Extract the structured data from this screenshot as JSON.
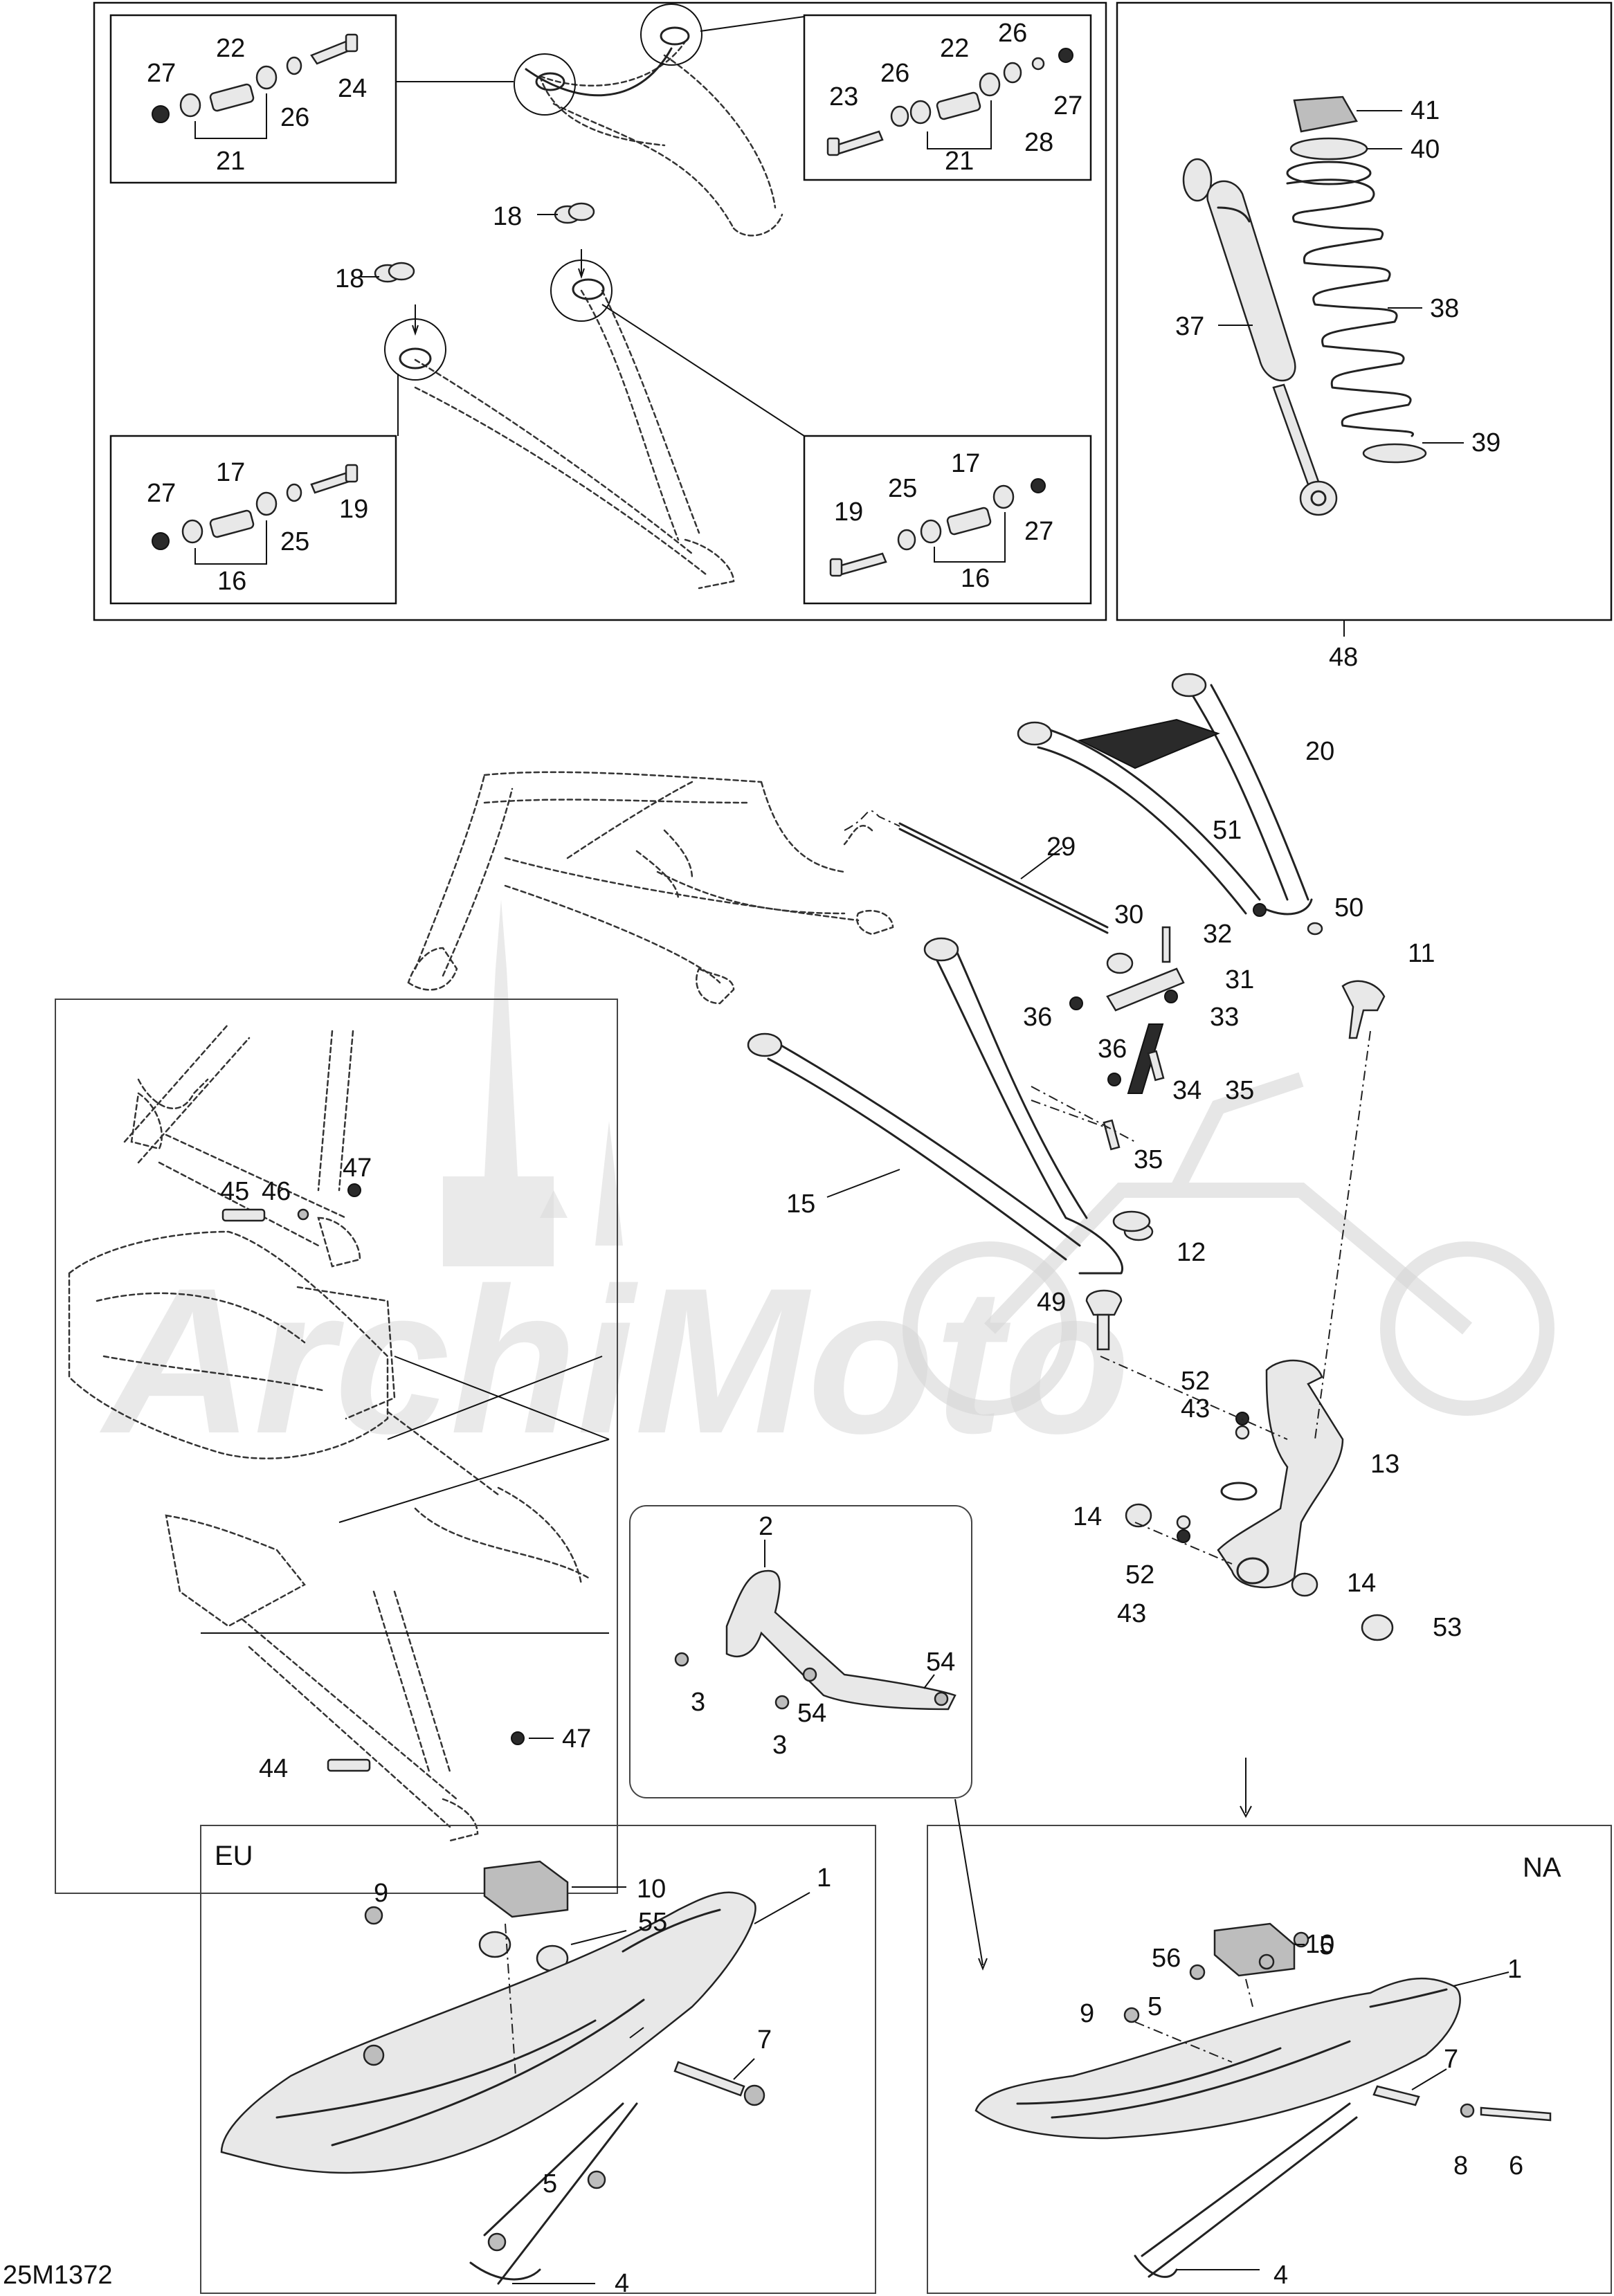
{
  "diagram_code": "25M1372",
  "watermark": "ArchiMoto",
  "region_labels": {
    "eu": "EU",
    "na": "NA"
  },
  "callouts": {
    "c1_eu": "1",
    "c1_na": "1",
    "c2": "2",
    "c3a": "3",
    "c3b": "3",
    "c4_eu": "4",
    "c4_na": "4",
    "c5_eu": "5",
    "c5_na_a": "5",
    "c5_na_b": "5",
    "c6": "6",
    "c7_eu": "7",
    "c7_na": "7",
    "c8": "8",
    "c9_eu": "9",
    "c9_na": "9",
    "c10_eu": "10",
    "c10_na": "10",
    "c11": "11",
    "c12": "12",
    "c13": "13",
    "c14a": "14",
    "c14b": "14",
    "c15": "15",
    "c16_l": "16",
    "c16_r": "16",
    "c17_l": "17",
    "c17_r": "17",
    "c18a": "18",
    "c18b": "18",
    "c19_l": "19",
    "c19_r": "19",
    "c20": "20",
    "c21_l": "21",
    "c21_r": "21",
    "c22_l": "22",
    "c22_r": "22",
    "c23": "23",
    "c24": "24",
    "c25_l": "25",
    "c25_r": "25",
    "c26_l": "26",
    "c26_r1": "26",
    "c26_r2": "26",
    "c27_tl": "27",
    "c27_tr": "27",
    "c27_bl": "27",
    "c27_br": "27",
    "c28": "28",
    "c29": "29",
    "c30": "30",
    "c31": "31",
    "c32": "32",
    "c33": "33",
    "c34": "34",
    "c35a": "35",
    "c35b": "35",
    "c36a": "36",
    "c36b": "36",
    "c37": "37",
    "c38": "38",
    "c39": "39",
    "c40": "40",
    "c41": "41",
    "c43a": "43",
    "c43b": "43",
    "c44": "44",
    "c45": "45",
    "c46": "46",
    "c47a": "47",
    "c47b": "47",
    "c48": "48",
    "c49": "49",
    "c50": "50",
    "c51": "51",
    "c52a": "52",
    "c52b": "52",
    "c53": "53",
    "c54a": "54",
    "c54b": "54",
    "c55": "55",
    "c56": "56"
  }
}
